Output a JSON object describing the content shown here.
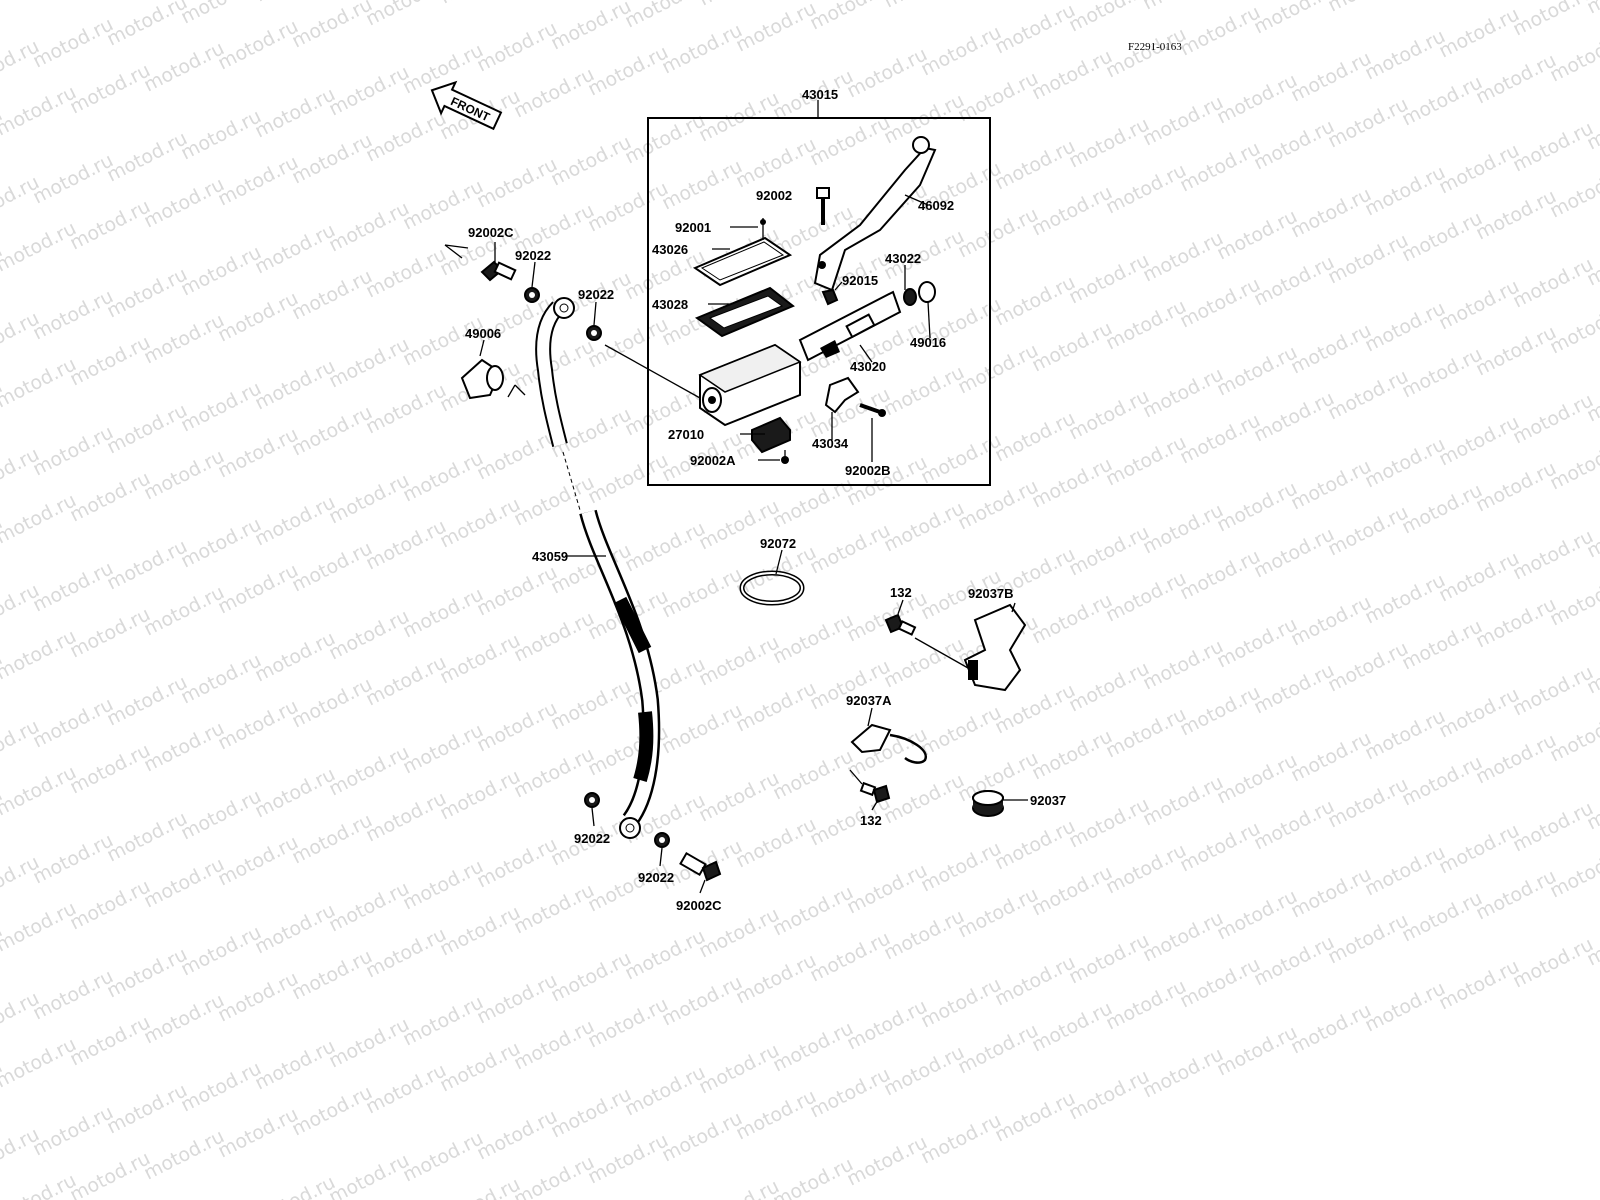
{
  "diagram": {
    "code": "F2291-0163",
    "front_label": "FRONT",
    "watermark": "motod.ru",
    "parts": {
      "p43015": "43015",
      "p92002": "92002",
      "p46092": "46092",
      "p92001": "92001",
      "p43026": "43026",
      "p43022": "43022",
      "p92015": "92015",
      "p43028": "43028",
      "p49016": "49016",
      "p43020": "43020",
      "p27010": "27010",
      "p43034": "43034",
      "p92002A": "92002A",
      "p92002B": "92002B",
      "p92002C_top": "92002C",
      "p92022_a": "92022",
      "p92022_b": "92022",
      "p49006": "49006",
      "p43059": "43059",
      "p92072": "92072",
      "p132_a": "132",
      "p92037B": "92037B",
      "p92037A": "92037A",
      "p132_b": "132",
      "p92037": "92037",
      "p92022_c": "92022",
      "p92022_d": "92022",
      "p92002C_bot": "92002C"
    }
  }
}
